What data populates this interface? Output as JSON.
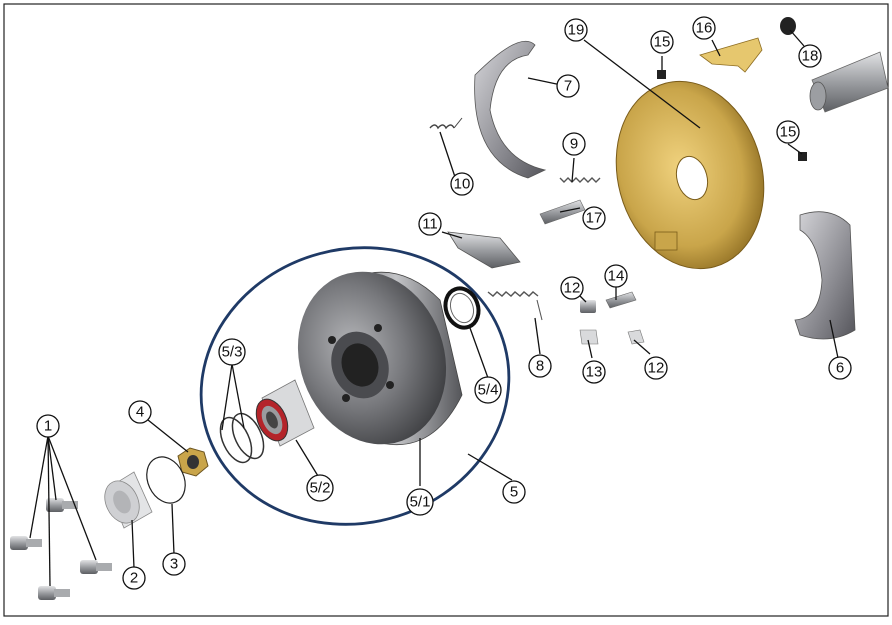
{
  "diagram": {
    "frame_color": "#222222",
    "highlight_ellipse_color": "#1f3a66",
    "drum_color": "#6f7074",
    "backplate_color": "#c9a54a",
    "shoe_color": "#8a8a90",
    "parts": [
      {
        "id": "p1",
        "label": "1"
      },
      {
        "id": "p2",
        "label": "2"
      },
      {
        "id": "p3",
        "label": "3"
      },
      {
        "id": "p4",
        "label": "4"
      },
      {
        "id": "p5",
        "label": "5"
      },
      {
        "id": "p5_1",
        "label": "5/1"
      },
      {
        "id": "p5_2",
        "label": "5/2"
      },
      {
        "id": "p5_3",
        "label": "5/3"
      },
      {
        "id": "p5_4",
        "label": "5/4"
      },
      {
        "id": "p6",
        "label": "6"
      },
      {
        "id": "p7",
        "label": "7"
      },
      {
        "id": "p8",
        "label": "8"
      },
      {
        "id": "p9",
        "label": "9"
      },
      {
        "id": "p10",
        "label": "10"
      },
      {
        "id": "p11",
        "label": "11"
      },
      {
        "id": "p12a",
        "label": "12"
      },
      {
        "id": "p12b",
        "label": "12"
      },
      {
        "id": "p13",
        "label": "13"
      },
      {
        "id": "p14",
        "label": "14"
      },
      {
        "id": "p15a",
        "label": "15"
      },
      {
        "id": "p15b",
        "label": "15"
      },
      {
        "id": "p16",
        "label": "16"
      },
      {
        "id": "p17",
        "label": "17"
      },
      {
        "id": "p18",
        "label": "18"
      },
      {
        "id": "p19",
        "label": "19"
      }
    ]
  }
}
